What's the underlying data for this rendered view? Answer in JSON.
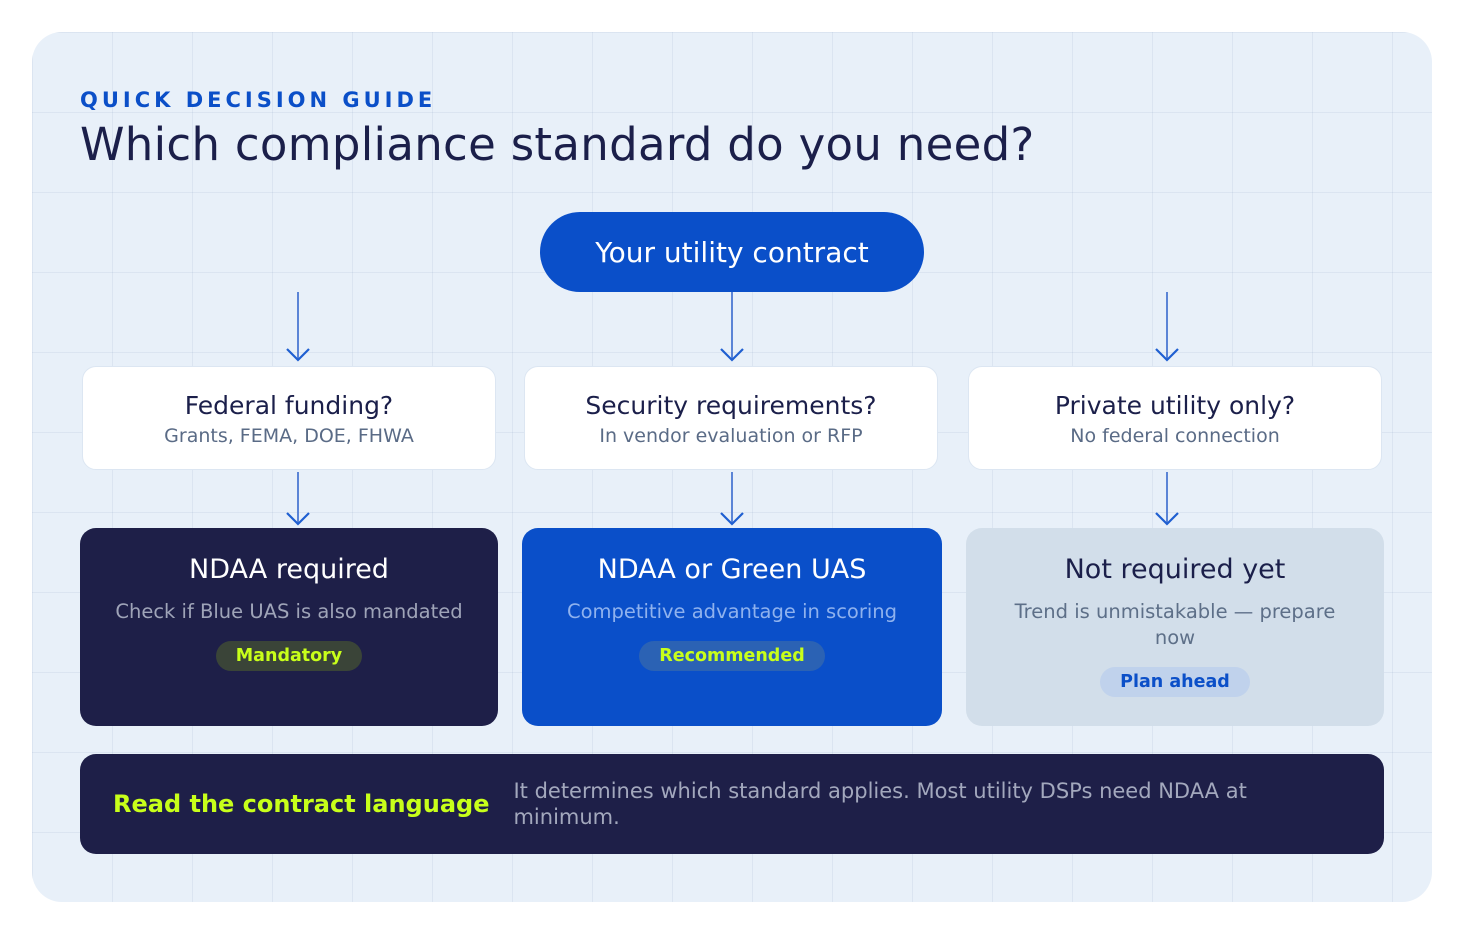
{
  "header": {
    "eyebrow": "QUICK DECISION GUIDE",
    "title": "Which compliance standard do you need?"
  },
  "root": {
    "label": "Your utility contract"
  },
  "questions": [
    {
      "title": "Federal funding?",
      "subtitle": "Grants, FEMA, DOE, FHWA"
    },
    {
      "title": "Security requirements?",
      "subtitle": "In vendor evaluation or RFP"
    },
    {
      "title": "Private utility only?",
      "subtitle": "No federal connection"
    }
  ],
  "results": [
    {
      "title": "NDAA required",
      "subtitle": "Check if Blue UAS is also mandated",
      "badge": "Mandatory"
    },
    {
      "title": "NDAA or Green UAS",
      "subtitle": "Competitive advantage in scoring",
      "badge": "Recommended"
    },
    {
      "title": "Not required yet",
      "subtitle": "Trend is unmistakable — prepare now",
      "badge": "Plan ahead"
    }
  ],
  "footer": {
    "heading": "Read the contract language",
    "text": "It determines which standard applies. Most utility DSPs need NDAA at minimum."
  },
  "colors": {
    "primary_blue": "#0a4fc9",
    "navy": "#1e1f48",
    "accent_lime": "#c8ff1a",
    "card_background": "#e8f0f9"
  },
  "icons": {
    "connector": "arrow-down-icon"
  }
}
